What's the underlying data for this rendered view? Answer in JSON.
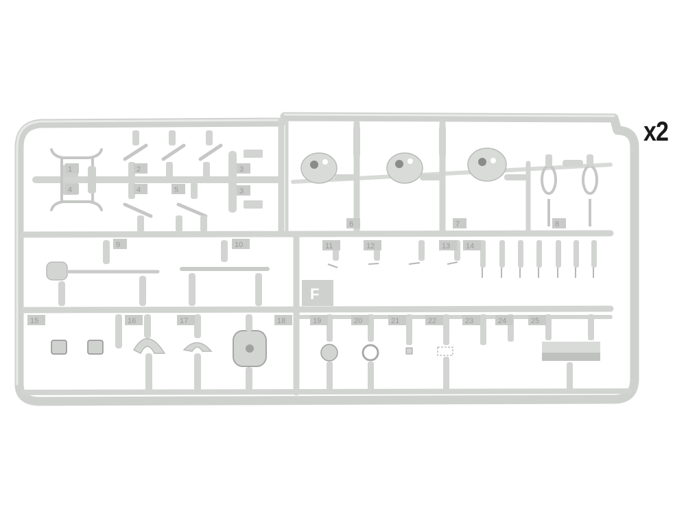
{
  "sprue": {
    "letter": "F",
    "quantity": "x2",
    "part_numbers": [
      "1",
      "2",
      "3",
      "4",
      "5",
      "6",
      "7",
      "8",
      "9",
      "10",
      "11",
      "12",
      "13",
      "14",
      "15",
      "16",
      "17",
      "18",
      "19",
      "20",
      "21",
      "22",
      "23",
      "24",
      "25"
    ]
  },
  "colors": {
    "plastic": "#d7d9d7",
    "plastic_shade": "#bfc1bf",
    "plastic_light": "#e6e7e6",
    "tag": "#c9cbc9",
    "background": "#ffffff"
  }
}
